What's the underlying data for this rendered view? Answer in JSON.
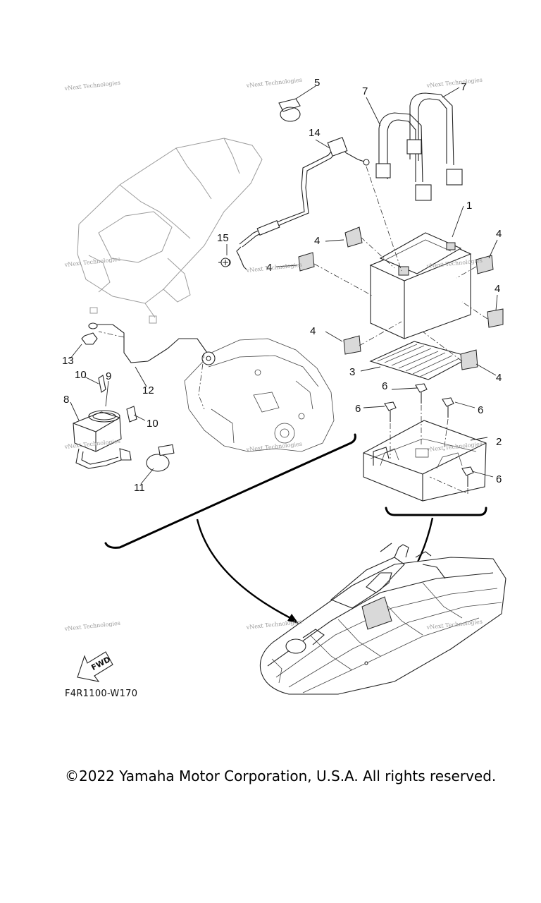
{
  "diagram": {
    "code": "F4R1100-W170",
    "fwd_label": "FWD",
    "watermark": "vNext Technologies",
    "callouts": [
      "1",
      "2",
      "3",
      "4",
      "4",
      "4",
      "4",
      "4",
      "4",
      "5",
      "6",
      "6",
      "6",
      "6",
      "7",
      "7",
      "8",
      "9",
      "10",
      "10",
      "11",
      "12",
      "13",
      "14",
      "15"
    ]
  },
  "footer": {
    "copyright": "©2022 Yamaha Motor Corporation, U.S.A. All rights reserved."
  }
}
